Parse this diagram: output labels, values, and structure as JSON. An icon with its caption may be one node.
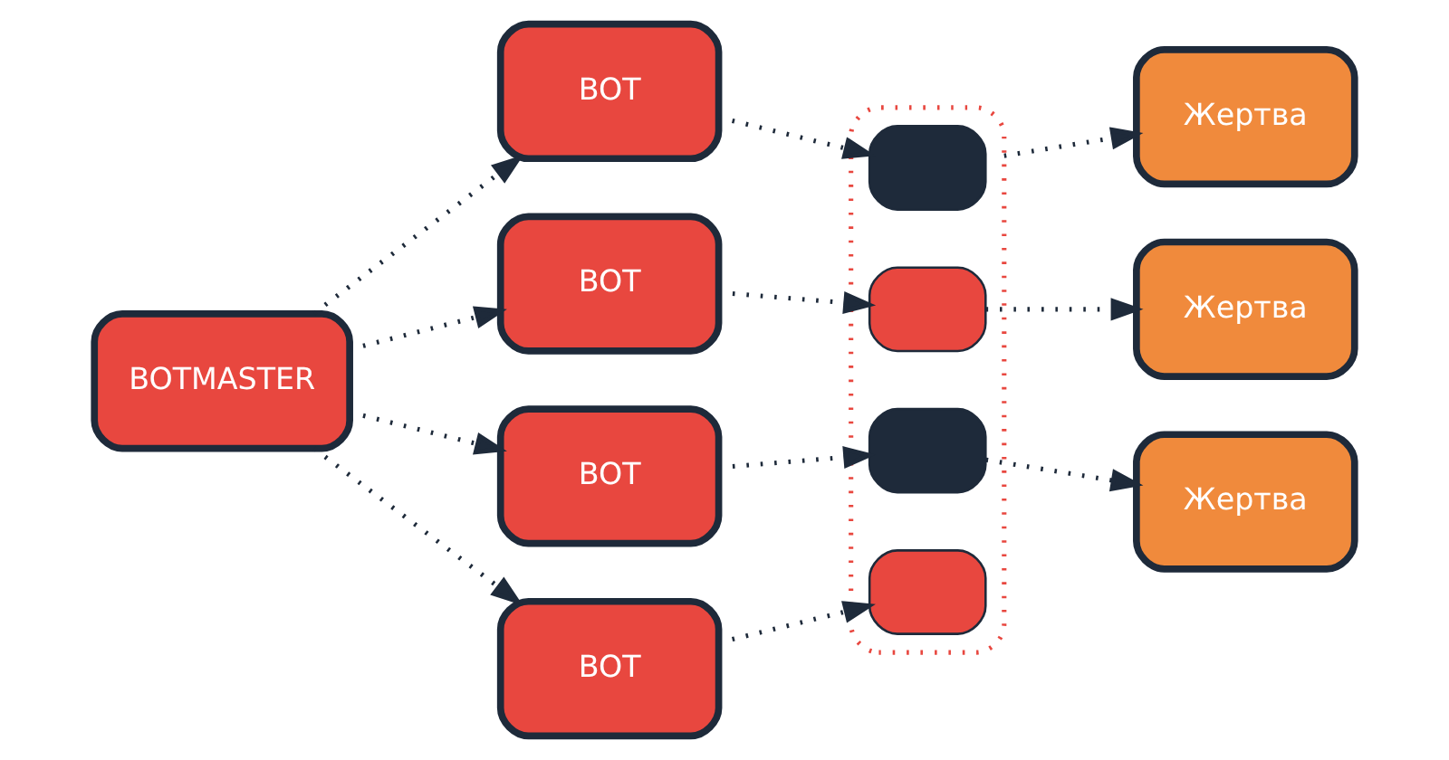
{
  "diagram": {
    "nodes": [
      {
        "text": [
          "BOTMASTER"
        ]
      },
      {
        "text": [
          "BOT"
        ]
      },
      {
        "text": [
          "BOT"
        ]
      },
      {
        "text": [
          "BOT"
        ]
      },
      {
        "text": [
          "BOT"
        ]
      },
      {
        "text": [],
        "shape": "oval"
      },
      {
        "text": [],
        "shape": "box",
        "in": 5
      },
      {
        "text": [],
        "shape": "box",
        "in": 5
      },
      {
        "text": [],
        "shape": "box",
        "in": 5
      },
      {
        "text": [],
        "shape": "box",
        "in": 5
      },
      {
        "text": [
          "Жертва"
        ]
      },
      {
        "text": [
          "Жертва"
        ]
      },
      {
        "text": [
          "Жертва"
        ]
      }
    ],
    "edges": [
      {
        "from": 0,
        "to": 1,
        "arrow": "to"
      },
      {
        "from": 0,
        "to": 2,
        "arrow": "to"
      },
      {
        "from": 0,
        "to": 3,
        "arrow": "to"
      },
      {
        "from": 0,
        "to": 4,
        "arrow": "to"
      },
      {
        "from": 1,
        "to": 6,
        "arrow": "to"
      },
      {
        "from": 2,
        "to": 7,
        "arrow": "to"
      },
      {
        "from": 3,
        "to": 8,
        "arrow": "to"
      },
      {
        "from": 4,
        "to": 9,
        "arrow": "to"
      },
      {
        "from": 7,
        "to": 10,
        "arrow": "to"
      },
      {
        "from": 5,
        "to": 11,
        "arrow": "to"
      },
      {
        "from": 8,
        "to": 12,
        "arrow": "to"
      }
    ]
  }
}
